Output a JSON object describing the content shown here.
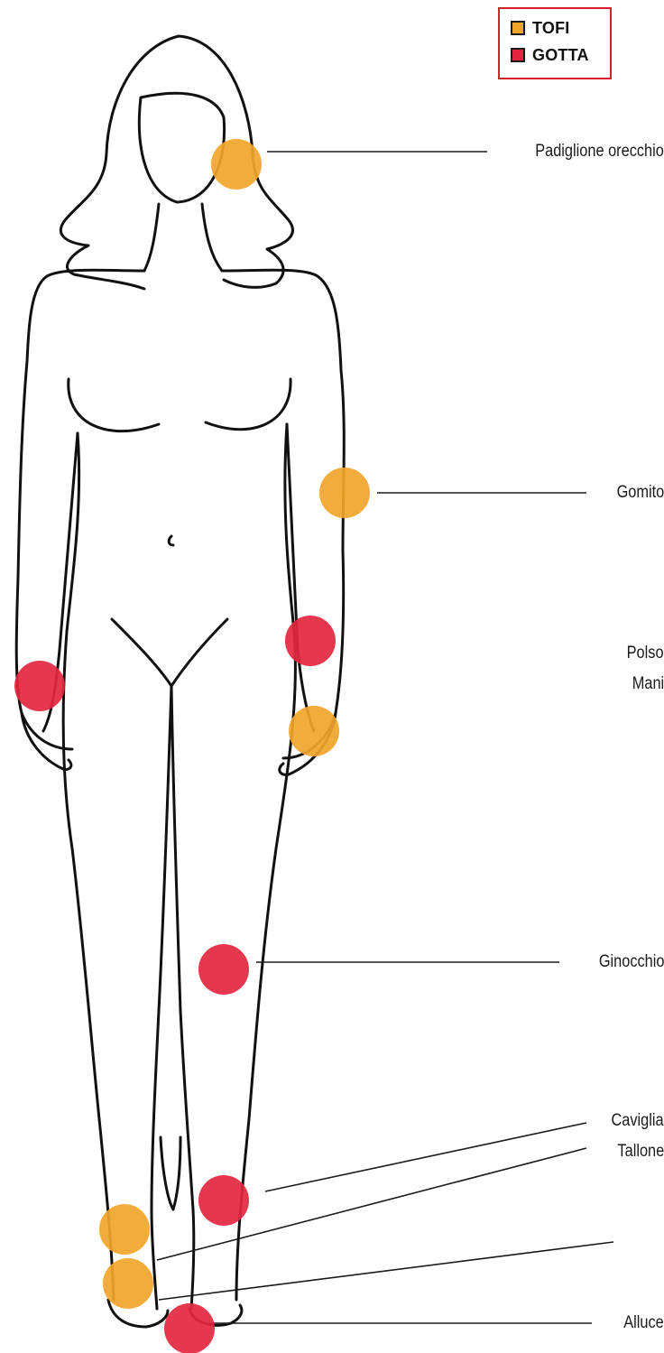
{
  "legend": {
    "items": [
      {
        "label": "TOFI",
        "color": "#f1a52a"
      },
      {
        "label": "GOTTA",
        "color": "#e3263f"
      }
    ]
  },
  "labels": {
    "ear": "Padiglione orecchio",
    "elbow": "Gomito",
    "wrist": "Polso",
    "hands": "Mani",
    "knee": "Ginocchio",
    "ankle": "Caviglia",
    "heel": "Tallone",
    "big_toe": "Alluce"
  },
  "colors": {
    "tofi": "#f1a52a",
    "gotta": "#e3263f",
    "outline": "#111111",
    "leader_line": "#1a1a1a"
  }
}
